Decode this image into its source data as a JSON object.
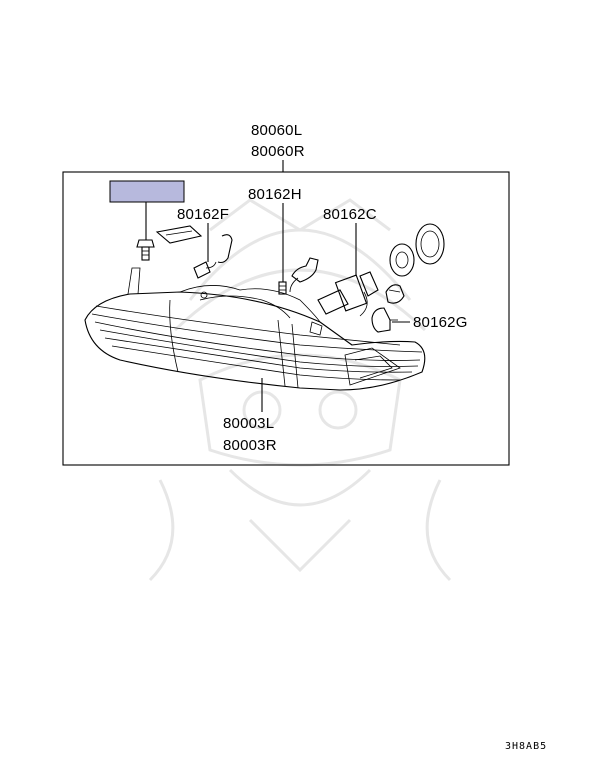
{
  "assembly": {
    "part_a": "80060L",
    "part_b": "80060R"
  },
  "parts": {
    "p80162H": "80162H",
    "p80162F": "80162F",
    "p80162C": "80162C",
    "p80162G": "80162G"
  },
  "lens": {
    "part_a": "80003L",
    "part_b": "80003R"
  },
  "highlight_color": "#b7b9dd",
  "footer": {
    "code": "3H8AB5"
  }
}
